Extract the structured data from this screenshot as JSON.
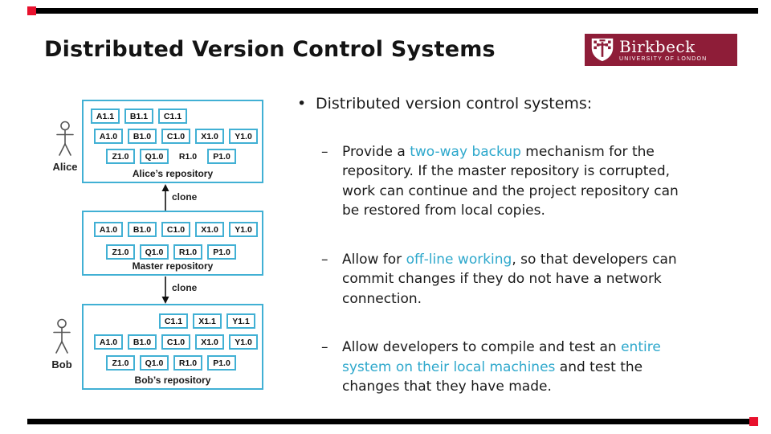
{
  "slide": {
    "title": "Distributed Version Control Systems"
  },
  "logo": {
    "name": "Birkbeck",
    "subtitle": "UNIVERSITY OF LONDON"
  },
  "colors": {
    "accent_cyan_text": "#2ea8cc",
    "diagram_cyan": "#41b0d4",
    "logo_maroon": "#8e1d38",
    "decor_red": "#e8112d"
  },
  "bullets": {
    "main": "Distributed version control systems:",
    "dash": "–",
    "items": [
      {
        "segments": [
          {
            "t": "Provide a "
          },
          {
            "t": "two-way backup",
            "accent": true
          },
          {
            "t": " mechanism for the repository. If the master repository is corrupted, work can continue and the project repository can be restored from local copies."
          }
        ]
      },
      {
        "segments": [
          {
            "t": "Allow for "
          },
          {
            "t": "off-line working",
            "accent": true
          },
          {
            "t": ", so that developers can commit changes if they do not have a network connection."
          }
        ]
      },
      {
        "segments": [
          {
            "t": "Allow developers to compile and test an "
          },
          {
            "t": "entire system on their local machines",
            "accent": true
          },
          {
            "t": " and test the changes that they have made."
          }
        ]
      }
    ]
  },
  "diagram": {
    "clone_label": "clone",
    "actors": [
      "Alice",
      "Bob"
    ],
    "repos": [
      {
        "label": "Alice’s repository",
        "rows": [
          [
            {
              "t": "A1.1"
            },
            {
              "t": "B1.1"
            },
            {
              "t": "C1.1"
            }
          ],
          [
            {
              "t": "A1.0"
            },
            {
              "t": "B1.0"
            },
            {
              "t": "C1.0"
            },
            {
              "t": "X1.0"
            },
            {
              "t": "Y1.0"
            }
          ],
          [
            {
              "t": "Z1.0"
            },
            {
              "t": "Q1.0"
            },
            {
              "t": "R1.0",
              "plain": true
            },
            {
              "t": "P1.0"
            }
          ]
        ]
      },
      {
        "label": "Master repository",
        "rows": [
          [
            {
              "t": "A1.0"
            },
            {
              "t": "B1.0"
            },
            {
              "t": "C1.0"
            },
            {
              "t": "X1.0"
            },
            {
              "t": "Y1.0"
            }
          ],
          [
            {
              "t": "Z1.0"
            },
            {
              "t": "Q1.0"
            },
            {
              "t": "R1.0"
            },
            {
              "t": "P1.0"
            }
          ]
        ]
      },
      {
        "label": "Bob’s repository",
        "rows": [
          [
            {
              "t": "C1.1"
            },
            {
              "t": "X1.1"
            },
            {
              "t": "Y1.1"
            }
          ],
          [
            {
              "t": "A1.0"
            },
            {
              "t": "B1.0"
            },
            {
              "t": "C1.0"
            },
            {
              "t": "X1.0"
            },
            {
              "t": "Y1.0"
            }
          ],
          [
            {
              "t": "Z1.0"
            },
            {
              "t": "Q1.0"
            },
            {
              "t": "R1.0"
            },
            {
              "t": "P1.0"
            }
          ]
        ]
      }
    ]
  }
}
